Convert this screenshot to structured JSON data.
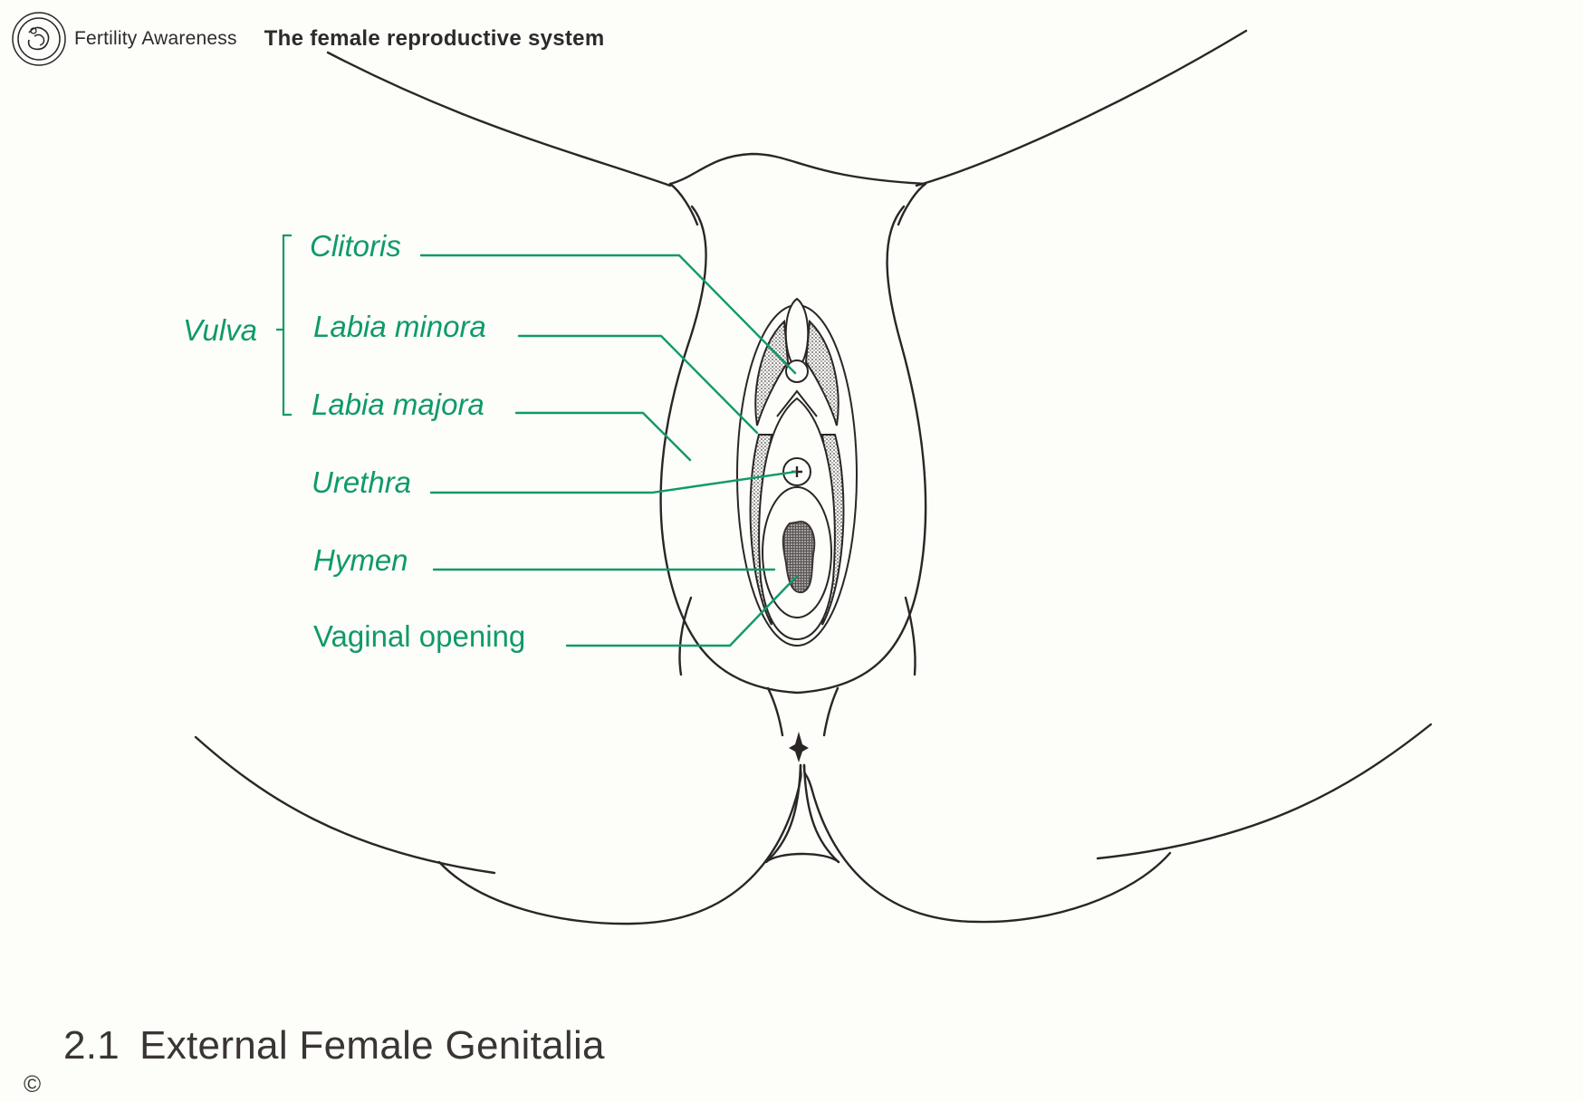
{
  "header": {
    "logo_icon": "fertility-awareness-logo-icon",
    "brand": "Fertility Awareness",
    "subject": "The female reproductive system"
  },
  "diagram": {
    "group_label": "Vulva",
    "group_members": [
      "Clitoris",
      "Labia minora",
      "Labia majora"
    ],
    "labels": [
      {
        "id": "clitoris",
        "text": "Clitoris",
        "italic": true
      },
      {
        "id": "labia-minora",
        "text": "Labia minora",
        "italic": true
      },
      {
        "id": "labia-majora",
        "text": "Labia majora",
        "italic": true
      },
      {
        "id": "urethra",
        "text": "Urethra",
        "italic": true
      },
      {
        "id": "hymen",
        "text": "Hymen",
        "italic": true
      },
      {
        "id": "vaginal-opening",
        "text": "Vaginal opening",
        "italic": false
      }
    ],
    "colors": {
      "label": "#0f9a6a",
      "line_art": "#2a2626",
      "stipple": "#4a4545",
      "background": "#fdfdf9"
    }
  },
  "caption": {
    "number": "2.1",
    "title": "External Female Genitalia",
    "copyright": "©"
  }
}
